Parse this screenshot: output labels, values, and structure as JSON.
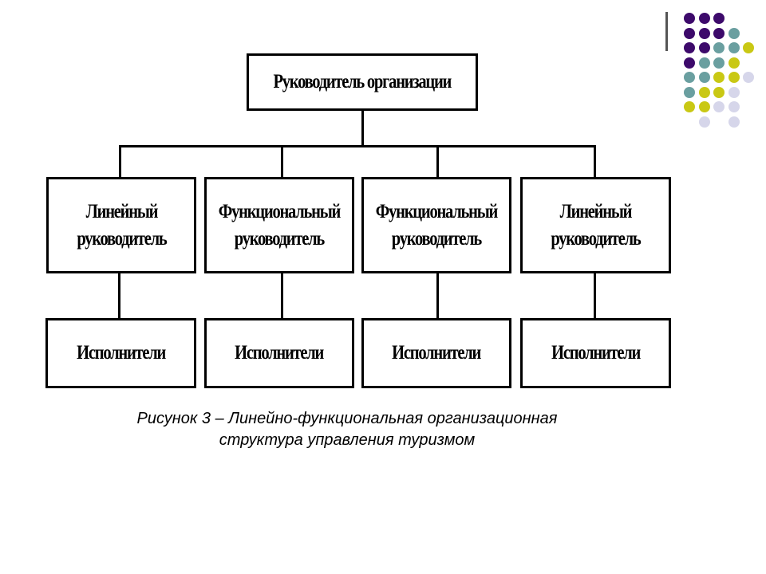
{
  "diagram": {
    "top": {
      "label": "Руководитель организации"
    },
    "managers": [
      {
        "line1": "Линейный",
        "line2": "руководитель"
      },
      {
        "line1": "Функциональный",
        "line2": "руководитель"
      },
      {
        "line1": "Функциональный",
        "line2": "руководитель"
      },
      {
        "line1": "Линейный",
        "line2": "руководитель"
      }
    ],
    "executors": [
      {
        "label": "Исполнители"
      },
      {
        "label": "Исполнители"
      },
      {
        "label": "Исполнители"
      },
      {
        "label": "Исполнители"
      }
    ]
  },
  "caption": {
    "line1": "Рисунок 3  – Линейно-функциональная  организационная",
    "line2": "структура управления туризмом"
  },
  "decoration": {
    "colors": {
      "purple": "#3d0a6b",
      "teal": "#6a9fa0",
      "olive": "#c9c814",
      "lavender": "#d6d6ea"
    },
    "dot_grid": [
      [
        "purple",
        "purple",
        "purple",
        null,
        null
      ],
      [
        "purple",
        "purple",
        "purple",
        "teal",
        null
      ],
      [
        "purple",
        "purple",
        "teal",
        "teal",
        "olive"
      ],
      [
        "purple",
        "teal",
        "teal",
        "olive",
        null
      ],
      [
        "teal",
        "teal",
        "olive",
        "olive",
        "lavender"
      ],
      [
        "teal",
        "olive",
        "olive",
        "lavender",
        null
      ],
      [
        "olive",
        "olive",
        "lavender",
        "lavender",
        null
      ],
      [
        null,
        "lavender",
        null,
        "lavender",
        null
      ]
    ]
  }
}
